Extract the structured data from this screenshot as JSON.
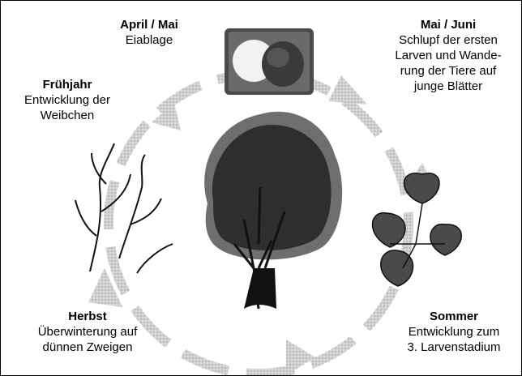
{
  "stages": [
    {
      "title": "April / Mai",
      "desc": "Eiablage"
    },
    {
      "title": "Mai / Juni",
      "desc": "Schlupf der ersten Larven und Wande-rung der Tiere auf junge Blätter",
      "lines": [
        "Schlupf der ersten",
        "Larven und Wande-",
        "rung der Tiere auf",
        "junge Blätter"
      ]
    },
    {
      "title": "Sommer",
      "desc": "Entwicklung zum 3. Larvenstadium",
      "lines": [
        "Entwicklung zum",
        "3. Larvenstadium"
      ]
    },
    {
      "title": "Herbst",
      "desc": "Überwinterung auf dünnen Zweigen",
      "lines": [
        "Überwinterung auf",
        "dünnen Zweigen"
      ]
    },
    {
      "title": "Frühjahr",
      "desc": "Entwicklung der Weibchen",
      "lines": [
        "Entwicklung der",
        "Weibchen"
      ]
    }
  ],
  "colors": {
    "cycle": "#c4c4c4",
    "ink": "#111111",
    "leaf": "#4a4a4a"
  }
}
